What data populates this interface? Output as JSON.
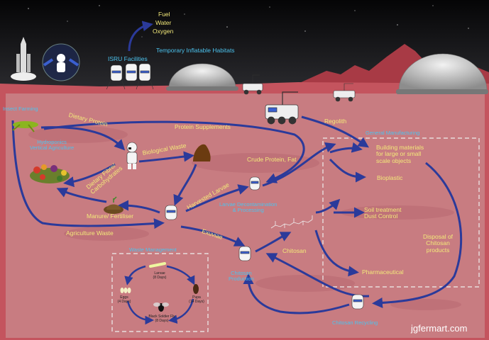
{
  "resources": {
    "fuel": "Fuel",
    "water": "Water",
    "oxygen": "Oxygen"
  },
  "isru": "ISRU Facilities",
  "habitats": "Temporary Inflatable Habitats",
  "insect_farming": "Insect Farming",
  "hydroponics": {
    "line1": "Hydroponics",
    "line2": "Vertical Agriculture"
  },
  "dietary_protein": "Dietary Protein",
  "protein_supplements": "Protein Supplements",
  "regolith": "Regolith",
  "general_manufacturing": "General Manufacturing",
  "biological_waste": "Biological Waste",
  "crude_protein": "Crude Protein, Fat",
  "dietary_fibre": {
    "line1": "Dietary Fibre/",
    "line2": "Carbohydrates"
  },
  "harvested_larvae": "Harvested Larvae",
  "larvae_processing": {
    "line1": "Larvae Decontamination",
    "line2": "& Processing"
  },
  "building_materials": {
    "line1": "Building materials",
    "line2": "for large or small",
    "line3": "scale objects"
  },
  "bioplastic": "Bioplastic",
  "manure": "Manure/ Fertiliser",
  "soil_treatment": {
    "line1": "Soil treatment",
    "line2": "Dust Control"
  },
  "agriculture_waste": "Agriculture Waste",
  "exuviae": "Exuviae",
  "chitosan": "Chitosan",
  "disposal": {
    "line1": "Disposal of",
    "line2": "Chitosan",
    "line3": "products"
  },
  "waste_management": "Waste Management",
  "chitosan_production": {
    "line1": "Chitosan",
    "line2": "Production"
  },
  "pharmaceutical": "Pharmaceutical",
  "lifecycle": {
    "larvae": {
      "name": "Larvae",
      "days": "(8 Days)"
    },
    "eggs": {
      "name": "Eggs",
      "days": "(4 Days)"
    },
    "pupa": {
      "name": "Pupa",
      "days": "(14 Days)"
    },
    "fly": {
      "name": "Black Soldier Fly",
      "days": "(8 Days)"
    }
  },
  "chitosan_recycling": "Chitosan Recycling",
  "watermark": "jgfermart.com",
  "colors": {
    "sky": "#0d0d0f",
    "mars_ground": "#c4545e",
    "panel": "#c87c81",
    "flow_arrow": "#2b3a9a",
    "label_yellow": "#f3e97a",
    "label_blue": "#4cc3ee"
  }
}
